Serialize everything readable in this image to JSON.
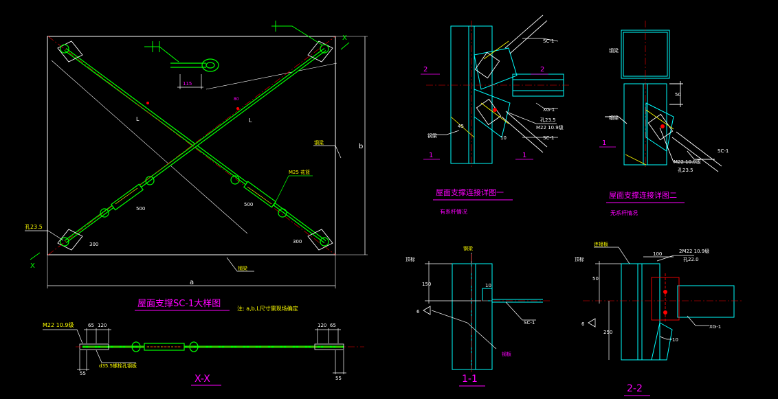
{
  "colors": {
    "background": "#000000",
    "outline": "#ffffff",
    "steel": "#00ffff",
    "member": "#00ff00",
    "text": "#ff00ff",
    "leader": "#ffff00",
    "centerline": "#ff0000"
  },
  "main_detail": {
    "title": "屋面支撑SC-1大样图",
    "note": "注: a,b,L尺寸需现场确定",
    "dim_width": "a",
    "dim_height": "b",
    "dim_diag_upper": "L",
    "dim_diag_lower": "L",
    "dim_115": "115",
    "dim_500_left": "500",
    "dim_500_right": "500",
    "dim_300_left": "300",
    "dim_300_right": "300",
    "label_bolt_hole": "孔23.5",
    "label_rod": "M25 花篮",
    "label_beam_top": "钢梁",
    "label_beam_bottom": "钢梁",
    "label_x_left": "X",
    "label_x_right": "X",
    "label_center": "80"
  },
  "section_xx": {
    "title": "X-X",
    "bolt_label": "M22 10.9级",
    "plate_label": "d35.5螺栓孔钢板",
    "dim_65_left": "65",
    "dim_120_left": "120",
    "dim_120_right": "120",
    "dim_65_right": "65",
    "dim_55_left": "55",
    "dim_55_right": "55"
  },
  "detail_one": {
    "title": "屋面支撑连接详图一",
    "subtitle": "有系杆情况",
    "label_sc1_top": "SC-1",
    "label_sc1_bottom": "SC-1",
    "label_xg1": "XG-1",
    "label_hole": "孔23.5",
    "label_bolt": "M22 10.9级",
    "label_plate": "钢梁",
    "label_2_left": "2",
    "label_2_right": "2",
    "label_1_left": "1",
    "label_1_right": "1",
    "label_10": "10",
    "label_45": "45"
  },
  "detail_two": {
    "title": "屋面支撑连接详图二",
    "subtitle": "无系杆情况",
    "label_beam": "钢梁",
    "label_plate": "钢梁",
    "label_50": "50",
    "label_sc1": "SC-1",
    "label_bolt": "M22 10.9级",
    "label_hole": "孔23.5",
    "label_1": "1"
  },
  "section_11": {
    "title": "1-1",
    "label_beam": "钢梁",
    "label_top": "顶标",
    "label_150": "150",
    "label_sc1": "SC-1",
    "label_10": "10",
    "label_weld": "6",
    "label_plate": "钢板"
  },
  "section_22": {
    "title": "2-2",
    "label_top": "顶标",
    "label_connector": "连接板",
    "label_bolt": "2M22 10.9级",
    "label_hole": "孔22.0",
    "label_100": "100",
    "label_50": "50",
    "label_xg": "XG-1",
    "label_10": "10",
    "label_weld": "6",
    "label_side": "250"
  }
}
